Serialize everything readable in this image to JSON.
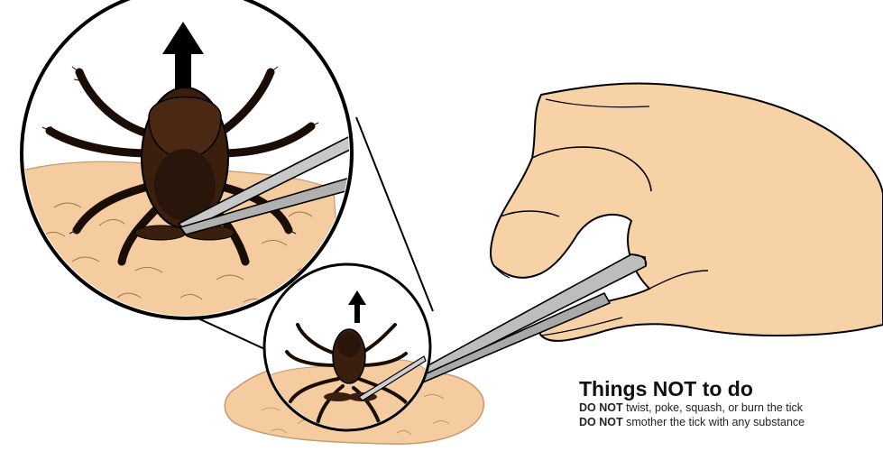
{
  "caption": {
    "heading": "Things NOT to do",
    "items": [
      {
        "emphasis": "DO NOT",
        "rest": " twist, poke, squash, or burn the tick"
      },
      {
        "emphasis": "DO NOT",
        "rest": " smother the tick with any substance"
      }
    ]
  },
  "colors": {
    "skin": "#f5cba0",
    "skin_outline": "#c79a6c",
    "tick_body": "#3a1f0f",
    "tick_scutum": "#2a150a",
    "tweezers": "#b9b9b9",
    "hand": "#f6d2a6",
    "outline": "#000000"
  },
  "icons": [
    "up-arrow-icon",
    "tick-illustration",
    "tweezers-illustration",
    "hand-illustration",
    "magnifier-circle"
  ]
}
